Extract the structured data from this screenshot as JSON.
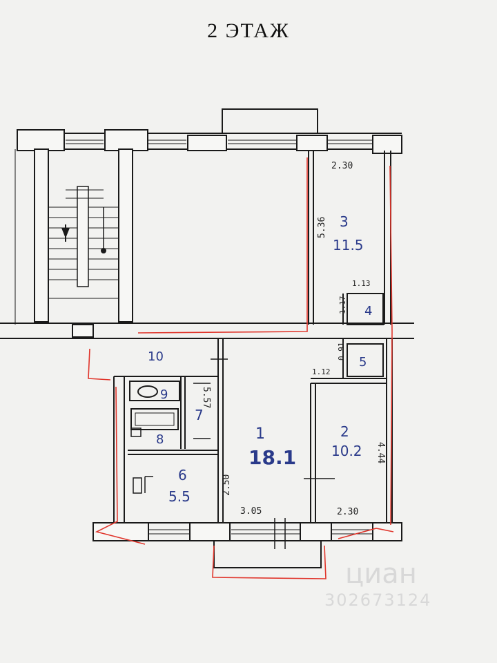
{
  "title": "2 ЭТАЖ",
  "rooms": [
    {
      "number": "1",
      "area": "18.1"
    },
    {
      "number": "2",
      "area": "10.2"
    },
    {
      "number": "3",
      "area": "11.5"
    },
    {
      "number": "4",
      "area": ""
    },
    {
      "number": "5",
      "area": ""
    },
    {
      "number": "6",
      "area": "5.5"
    },
    {
      "number": "7",
      "area": ""
    },
    {
      "number": "8",
      "area": ""
    },
    {
      "number": "9",
      "area": ""
    },
    {
      "number": "10",
      "area": ""
    }
  ],
  "dimensions": {
    "room3_width": "2.30",
    "room3_length": "5.36",
    "room4_width": "1.13",
    "room4_length": "1.17",
    "room5_width": "1.12",
    "room5_length": "0.91",
    "room1_width": "3.05",
    "room1_length_a": "5.57",
    "room1_length_b": "2.50",
    "room2_width": "2.30",
    "room2_length": "4.44"
  },
  "colors": {
    "ink": "#1a1a1a",
    "handwriting": "#2a3a8a",
    "markup": "#e0352b"
  },
  "watermark": {
    "brand": "циан",
    "id": "302673124"
  }
}
